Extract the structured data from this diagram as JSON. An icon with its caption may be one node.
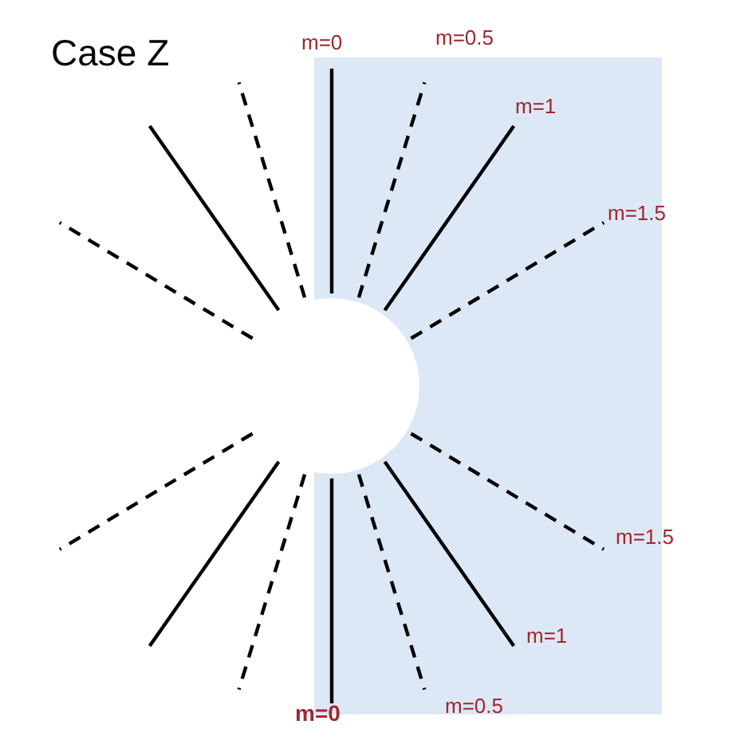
{
  "diagram": {
    "title": "Case Z",
    "labels": [
      "m=0",
      "m=0.5",
      "m=1",
      "m=1.5",
      "m=1.5",
      "m=1",
      "m=0.5",
      "m=0"
    ]
  }
}
